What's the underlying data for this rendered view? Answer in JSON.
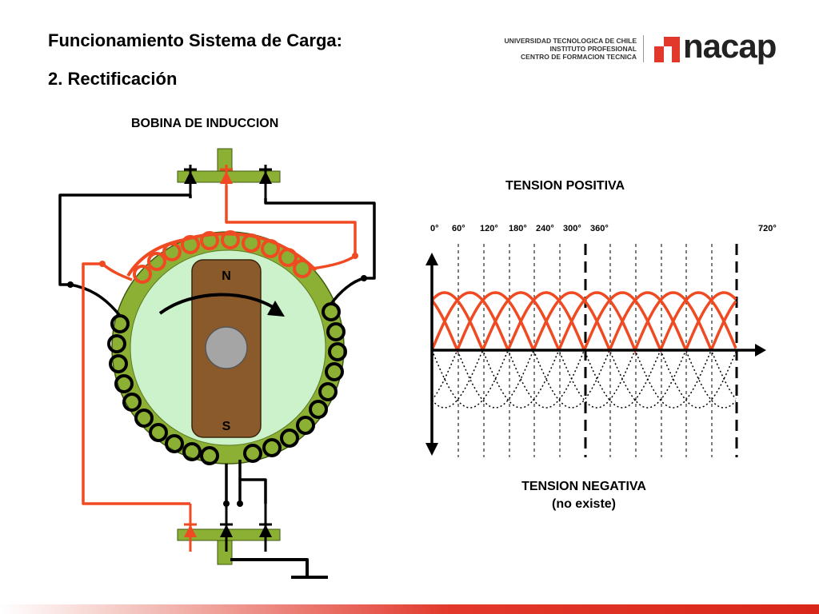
{
  "header": {
    "title": "Funcionamiento Sistema de Carga:",
    "subtitle": "2. Rectificación"
  },
  "logo": {
    "lines": [
      "UNIVERSIDAD TECNOLOGICA DE CHILE",
      "INSTITUTO PROFESIONAL",
      "CENTRO DE FORMACION TECNICA"
    ],
    "brand": "nacap",
    "brand_color": "#e2382b"
  },
  "diagram": {
    "coil_label": "BOBINA DE INDUCCION",
    "north": "N",
    "south": "S",
    "positive_label": "TENSION POSITIVA",
    "negative_label": "TENSION NEGATIVA",
    "negative_note": "(no existe)",
    "angle_ticks": [
      "0°",
      "60°",
      "120°",
      "180°",
      "240°",
      "300°",
      "360°",
      "720°"
    ],
    "colors": {
      "wave": "#f04a22",
      "winding_red": "#f04a22",
      "stator": "#8cb033",
      "rotor": "#8b5a2b",
      "stator_inner": "#ccf2cc",
      "wire": "#000000"
    }
  }
}
